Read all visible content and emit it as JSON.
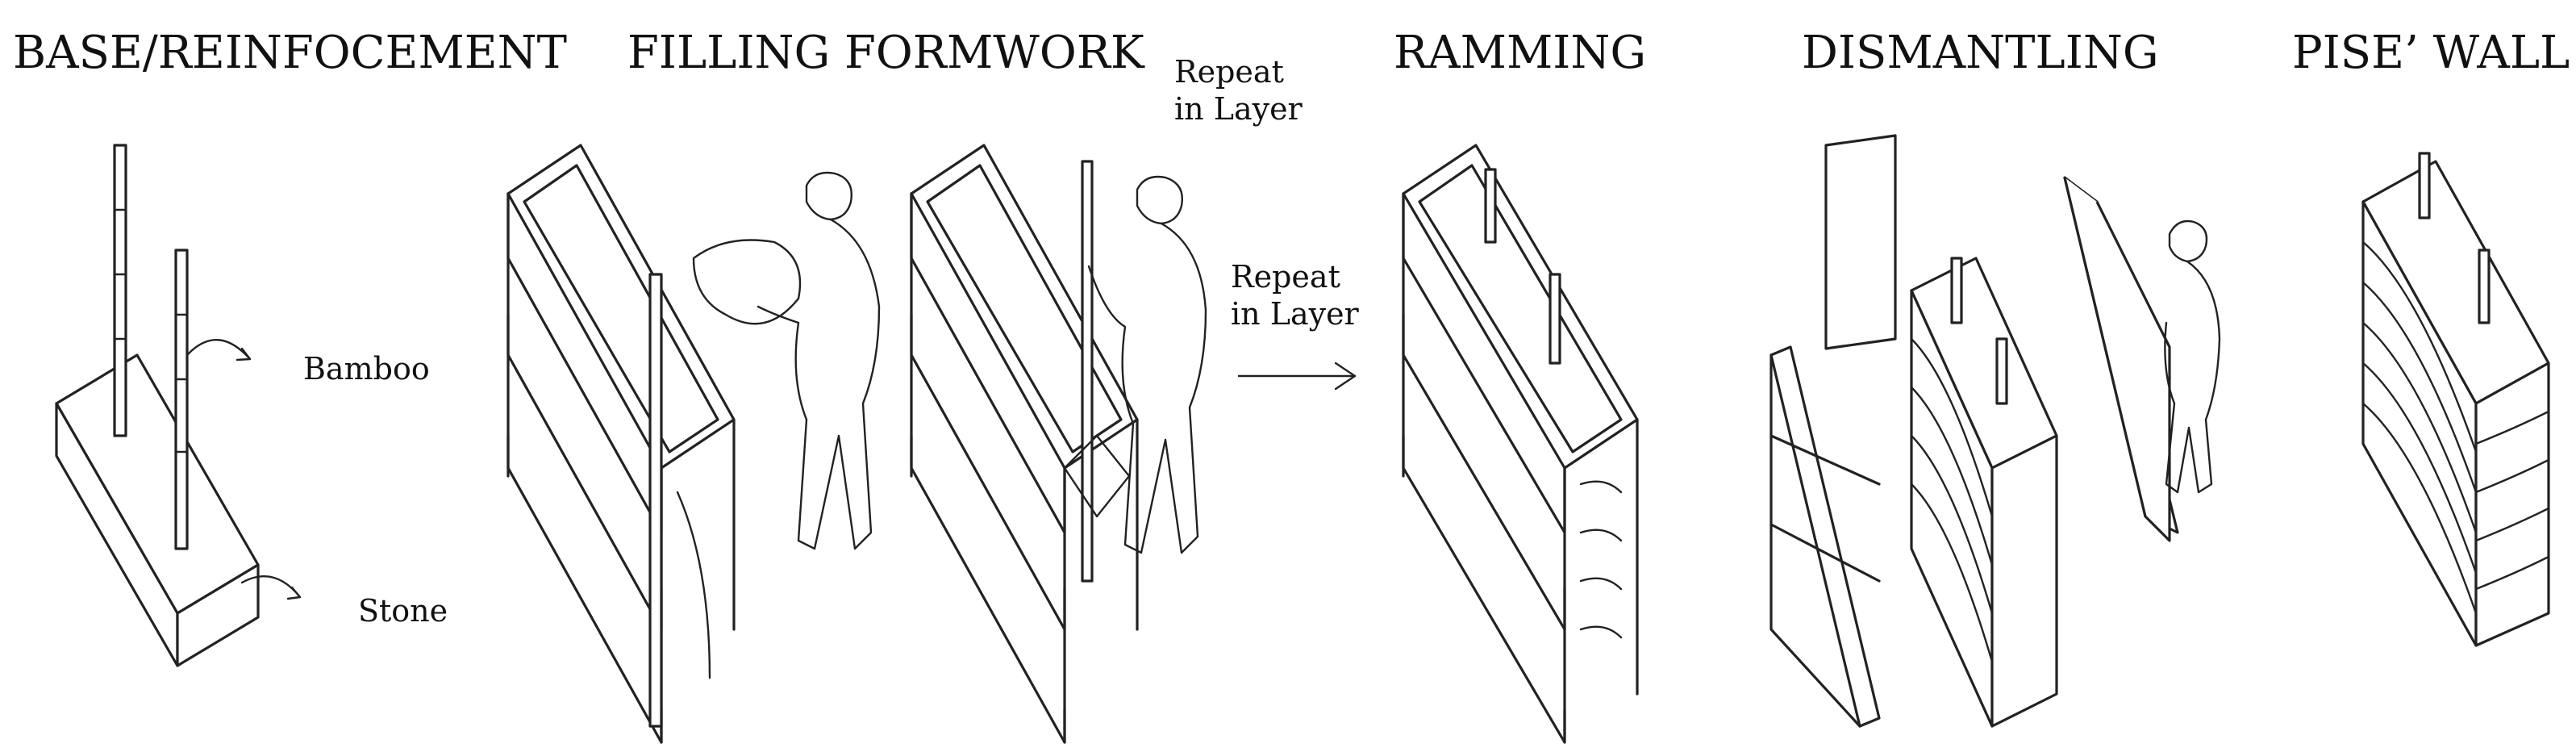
{
  "steps": {
    "base": "BASE/REINFOCEMENT",
    "filling": "FILLING FORMWORK",
    "ramming": "RAMMING",
    "dismantling": "DISMANTLING",
    "wall": "PISE’ WALL"
  },
  "labels": {
    "bamboo": "Bamboo",
    "stone": "Stone",
    "repeat_top_1": "Repeat",
    "repeat_top_2": "in Layer",
    "repeat_mid_1": "Repeat",
    "repeat_mid_2": "in Layer"
  }
}
